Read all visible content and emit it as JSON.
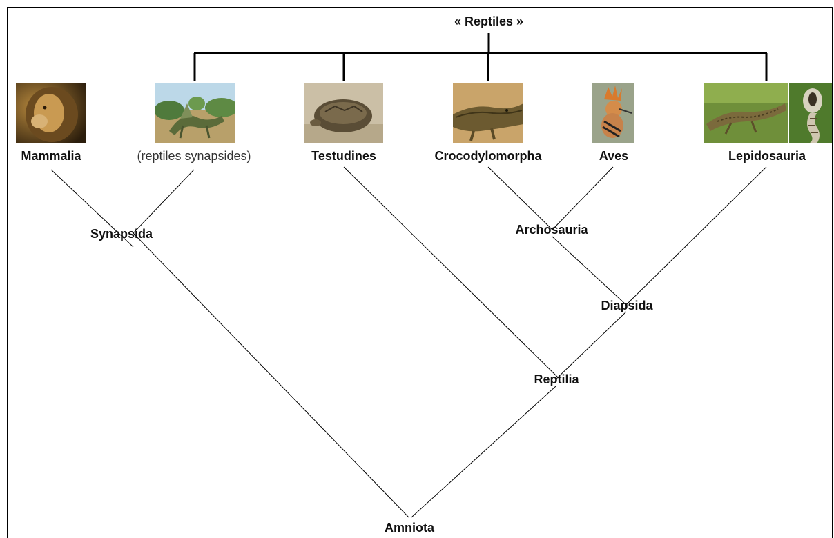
{
  "title": "« Reptiles »",
  "taxa": {
    "mammalia": "Mammalia",
    "synapsid_reptiles": "(reptiles synapsides)",
    "testudines": "Testudines",
    "crocodylomorpha": "Crocodylomorpha",
    "aves": "Aves",
    "lepidosauria": "Lepidosauria"
  },
  "clades": {
    "synapsida": "Synapsida",
    "archosauria": "Archosauria",
    "diapsida": "Diapsida",
    "reptilia": "Reptilia",
    "amniota": "Amniota"
  },
  "photos": {
    "mammalia": "lion-photo",
    "synapsid_reptiles": "synapsid-reptile-illustration",
    "testudines": "tortoise-photo",
    "crocodylomorpha": "crocodile-photo",
    "aves": "hoopoe-bird-photo",
    "lepidosauria": [
      "lizard-photo",
      "cobra-photo"
    ]
  }
}
